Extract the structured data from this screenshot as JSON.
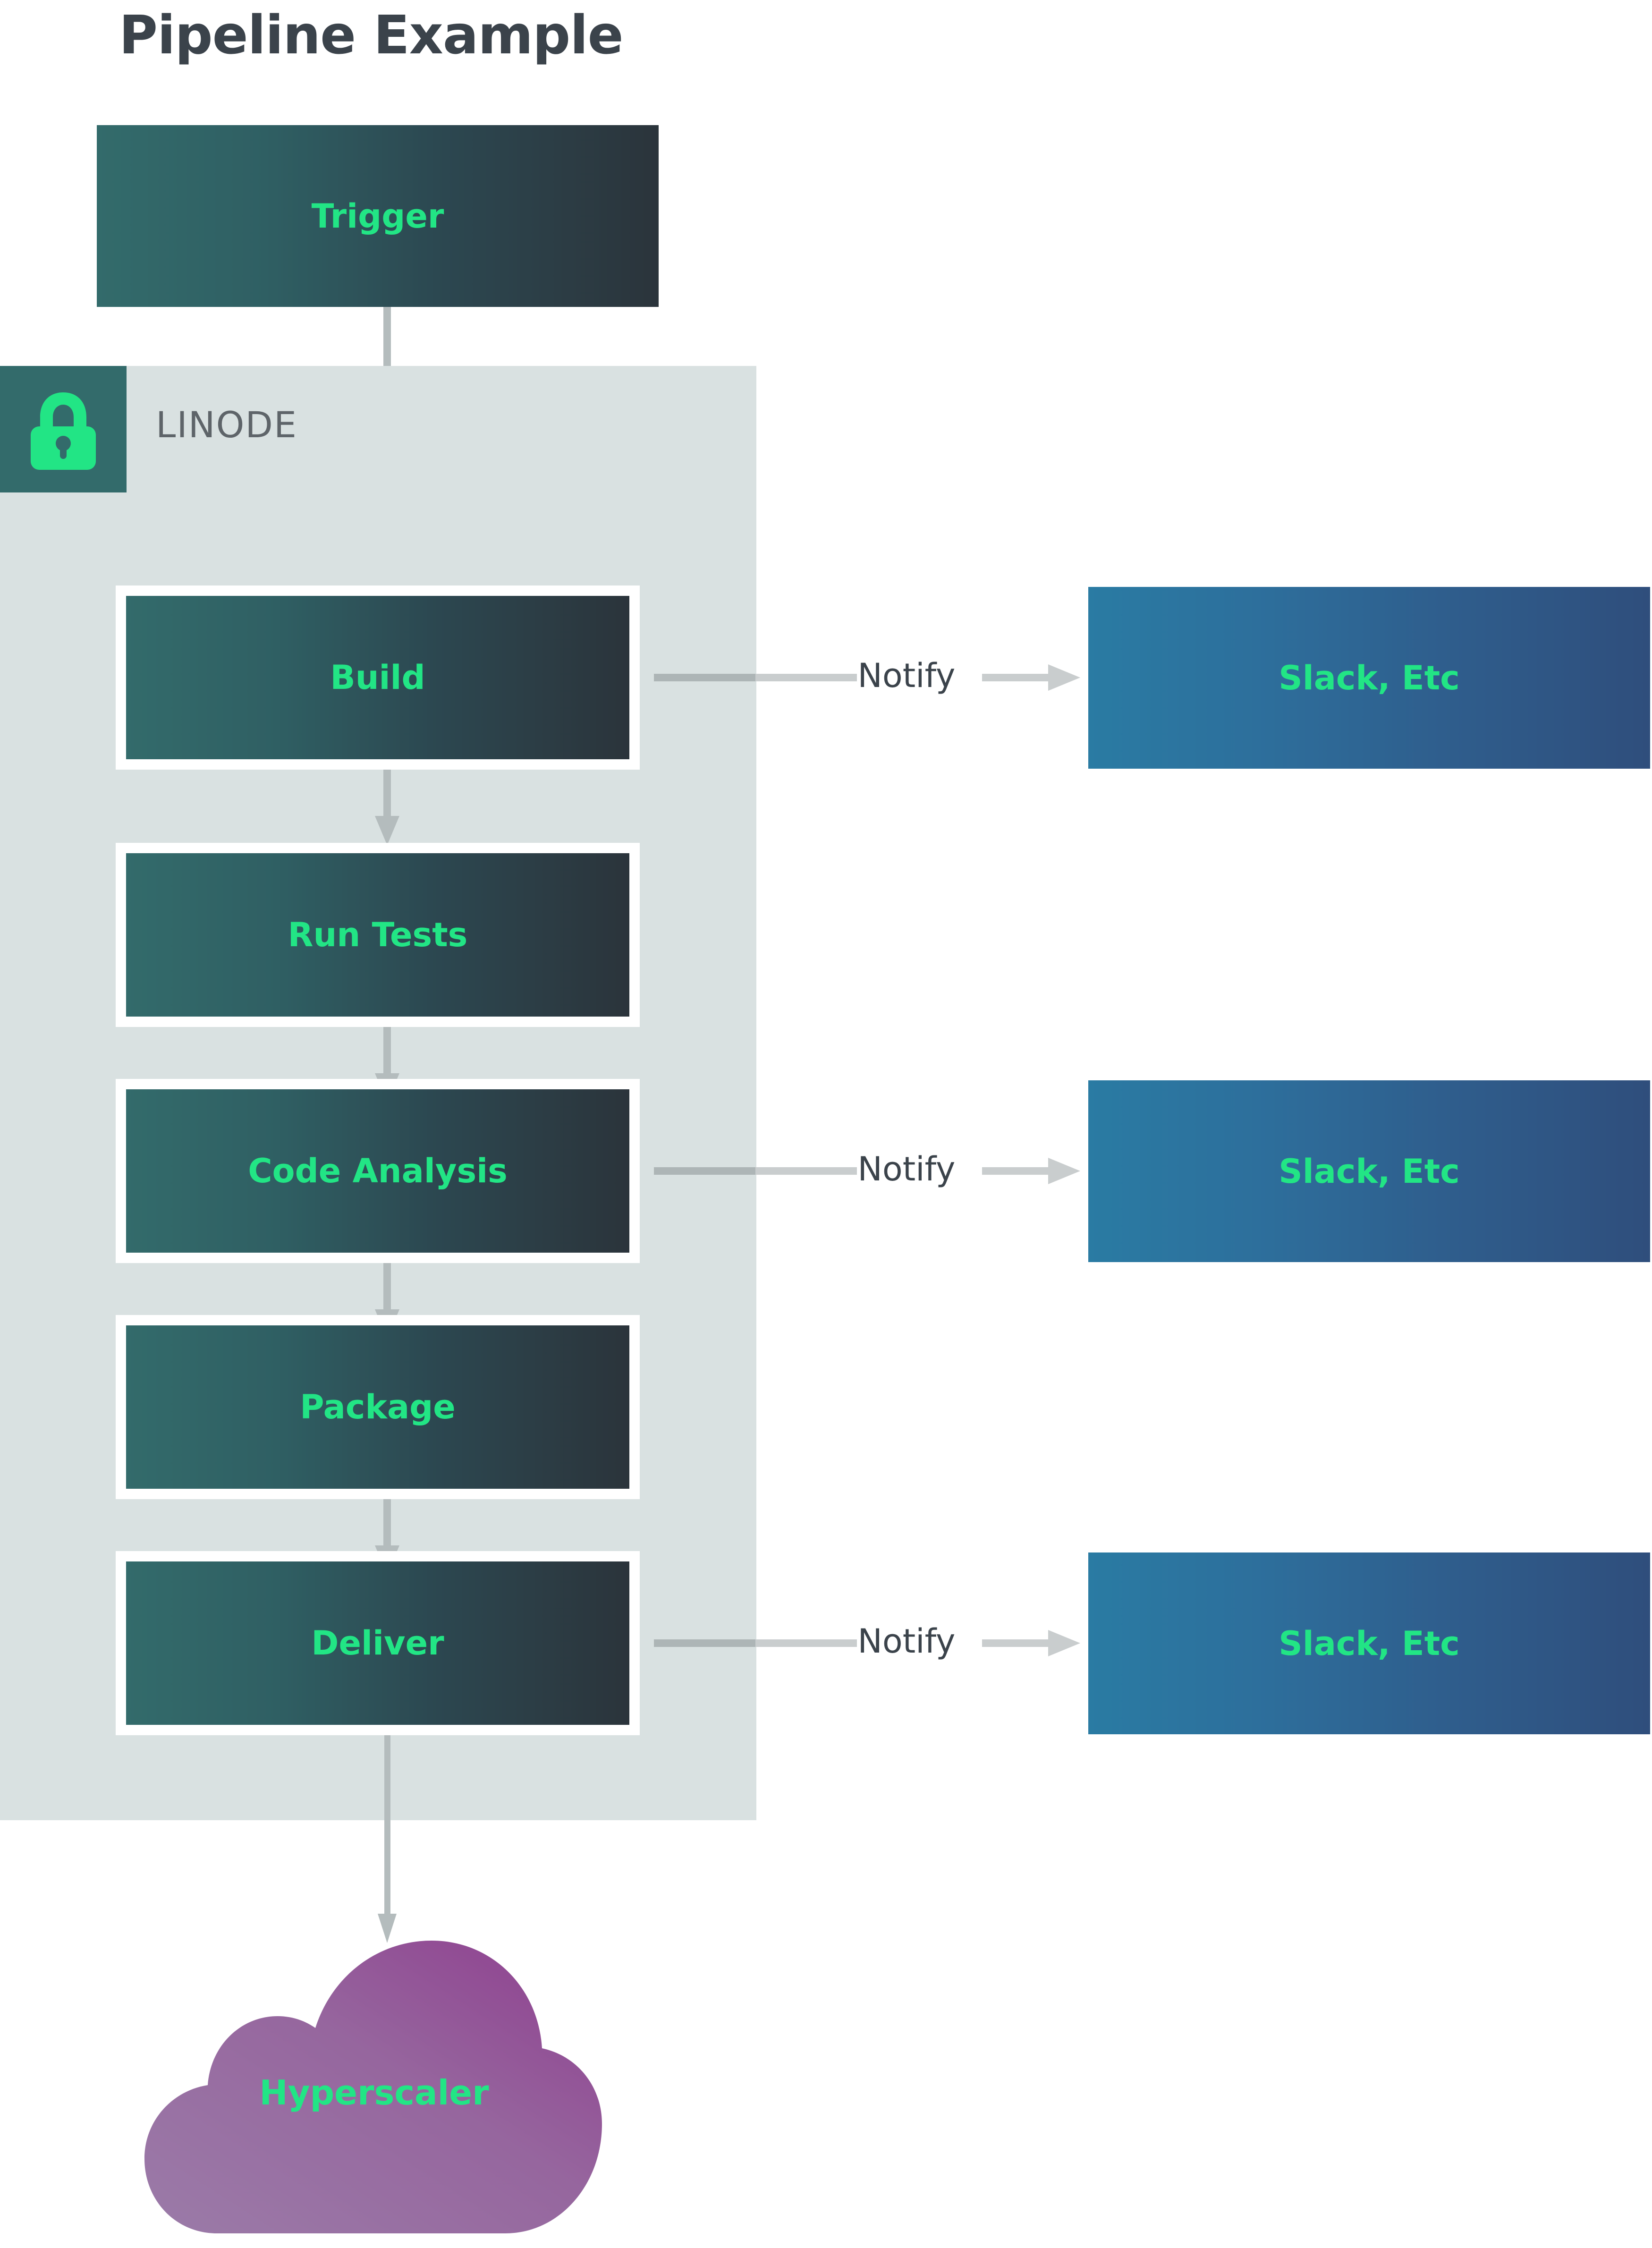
{
  "title": "Pipeline Example",
  "colors": {
    "node_gradient_start": "#336b6b",
    "node_gradient_end": "#2b343b",
    "node_text": "#22e585",
    "group_background": "#d9e1e1",
    "lock_badge_background": "#336b6b",
    "notify_gradient_start": "#2a7ba3",
    "notify_gradient_end": "#2f4e7c",
    "arrow": "#b4bcbd",
    "title_text": "#3b434b",
    "group_label_text": "#5e6469",
    "cloud_gradient_start": "#9a76a6",
    "cloud_gradient_end": "#8e3d8e"
  },
  "trigger": {
    "label": "Trigger"
  },
  "group": {
    "name": "LINODE",
    "icon": "lock-icon"
  },
  "stages": [
    {
      "id": "build",
      "label": "Build"
    },
    {
      "id": "run-tests",
      "label": "Run Tests"
    },
    {
      "id": "code-analysis",
      "label": "Code Analysis"
    },
    {
      "id": "package",
      "label": "Package"
    },
    {
      "id": "deliver",
      "label": "Deliver"
    }
  ],
  "notifications": [
    {
      "source": "build",
      "edge_label": "Notify",
      "target_label": "Slack, Etc"
    },
    {
      "source": "code-analysis",
      "edge_label": "Notify",
      "target_label": "Slack, Etc"
    },
    {
      "source": "deliver",
      "edge_label": "Notify",
      "target_label": "Slack, Etc"
    }
  ],
  "destination": {
    "label": "Hyperscaler",
    "shape": "cloud"
  }
}
